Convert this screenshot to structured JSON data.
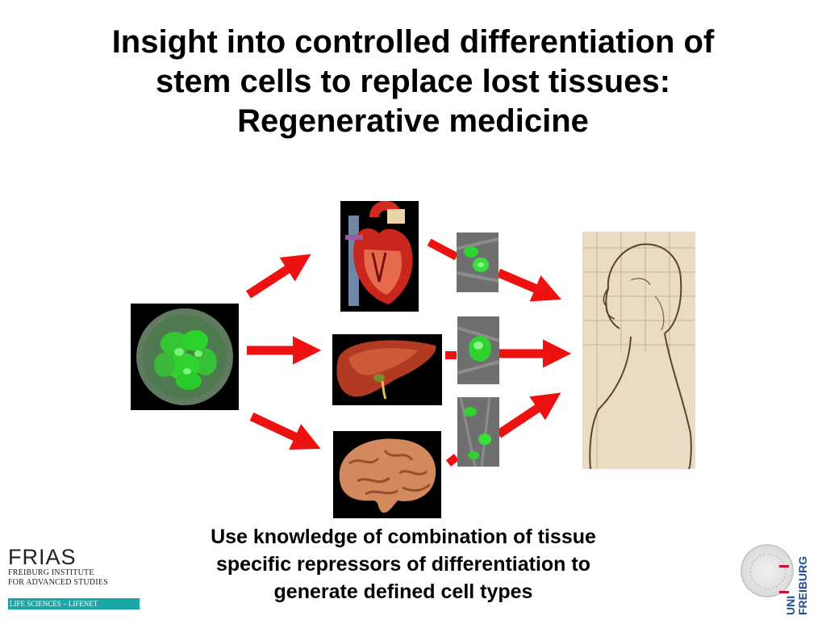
{
  "title": {
    "line1": "Insight into controlled differentiation of",
    "line2": "stem cells to replace lost tissues:",
    "line3": "Regenerative medicine"
  },
  "caption": {
    "line1": "Use knowledge of combination of tissue",
    "line2": "specific repressors of differentiation to",
    "line3": "generate defined cell types"
  },
  "nodes": {
    "source": "stem-cell-embryo",
    "organs": [
      "heart",
      "liver",
      "brain"
    ],
    "cultures": [
      "cardiac-cell-culture",
      "hepatic-cell-culture",
      "neural-cell-culture"
    ],
    "target": "human-figure-sketch"
  },
  "colors": {
    "arrow": "#ee1111",
    "fluorescence": "#2fd22f",
    "frias_band": "#1aa6a6",
    "uni_blue": "#1d4e9a",
    "uni_red": "#c8102e"
  },
  "logos": {
    "frias": {
      "mark": "FRIAS",
      "line1": "FREIBURG INSTITUTE",
      "line2": "FOR ADVANCED STUDIES",
      "band": "LIFE SCIENCES – LIFENET"
    },
    "uni": {
      "word1": "UNI",
      "word2": "FREIBURG"
    }
  }
}
